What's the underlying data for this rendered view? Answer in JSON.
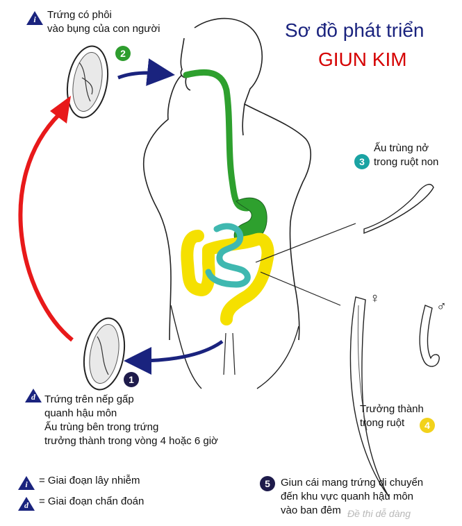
{
  "title": {
    "line1": "Sơ đồ phát triển",
    "line2": "GIUN KIM"
  },
  "steps": [
    {
      "num": "2",
      "color": "#2e9d2e"
    },
    {
      "num": "3",
      "color": "#1aa3a3",
      "lines": [
        "Ấu trùng nở",
        "trong ruột non"
      ]
    },
    {
      "num": "4",
      "color": "#f2d21b",
      "lines": [
        "Trưởng thành",
        "trong ruột"
      ]
    },
    {
      "num": "1",
      "color": "#1e1b4b"
    },
    {
      "num": "5",
      "color": "#1e1b4b",
      "lines": [
        "Giun cái mang trứng di chuyển",
        "đến khu vực quanh hậu môn",
        "vào ban đêm"
      ]
    }
  ],
  "stage_i": {
    "symbol": "i",
    "lines": [
      "Trứng có phôi",
      "vào bụng của con người"
    ]
  },
  "stage_d": {
    "symbol": "d",
    "lines": [
      "Trứng trên nếp gấp",
      "quanh hậu môn",
      "Ấu trùng bên trong trứng",
      "trưởng thành trong vòng 4 hoặc 6 giờ"
    ]
  },
  "legend": [
    {
      "symbol": "i",
      "text": "= Giai đoạn lây nhiễm"
    },
    {
      "symbol": "d",
      "text": "= Giai đoạn chẩn đoán"
    }
  ],
  "sex_symbols": {
    "female": "♀",
    "male": "♂"
  },
  "watermark": "Đề thi dễ dàng",
  "colors": {
    "digestive_green": "#2ea02e",
    "colon_yellow": "#f5e000",
    "intestine_teal": "#3fb8b0",
    "arrow_red": "#e8191a",
    "arrow_blue": "#1a237e"
  }
}
